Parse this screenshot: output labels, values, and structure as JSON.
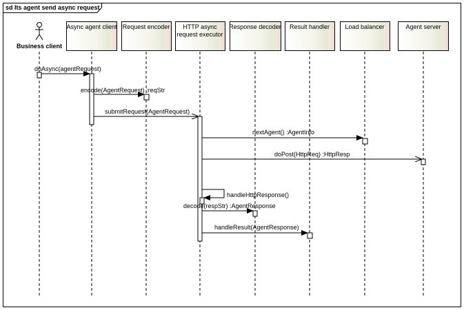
{
  "frame": {
    "title": "sd Its agent send async request"
  },
  "actor": {
    "label": "Business client"
  },
  "lifelines": [
    {
      "id": "async-agent-client",
      "label_lines": [
        "Async agent client"
      ]
    },
    {
      "id": "request-encoder",
      "label_lines": [
        "Request encoder"
      ]
    },
    {
      "id": "http-async-request-executor",
      "label_lines": [
        "HTTP async",
        "request executor"
      ]
    },
    {
      "id": "response-decoder",
      "label_lines": [
        "Response decoder"
      ]
    },
    {
      "id": "result-handler",
      "label_lines": [
        "Result handler"
      ]
    },
    {
      "id": "load-balancer",
      "label_lines": [
        "Load balancer"
      ]
    },
    {
      "id": "agent-server",
      "label_lines": [
        "Agent server"
      ]
    }
  ],
  "messages": [
    {
      "id": "msg-doasync",
      "label": "doAsync(agentRequest)",
      "from": "business-client",
      "to": "async-agent-client"
    },
    {
      "id": "msg-encode",
      "label": "encode(AgentRequest) :reqStr",
      "from": "async-agent-client",
      "to": "request-encoder"
    },
    {
      "id": "msg-submitrequest",
      "label": "submitRequest(AgentRequest)",
      "from": "async-agent-client",
      "to": "http-async-request-executor"
    },
    {
      "id": "msg-nextagent",
      "label": "nextAgent() :AgentInfo",
      "from": "http-async-request-executor",
      "to": "load-balancer"
    },
    {
      "id": "msg-dopost",
      "label": "doPost(HttpReq) :HttpResp",
      "from": "http-async-request-executor",
      "to": "agent-server"
    },
    {
      "id": "msg-handlehttpresponse",
      "label": "handleHttpResponse()",
      "from": "http-async-request-executor",
      "to": "http-async-request-executor"
    },
    {
      "id": "msg-decode",
      "label": "decode(respStr) :AgentResponse",
      "from": "http-async-request-executor",
      "to": "response-decoder"
    },
    {
      "id": "msg-handleresult",
      "label": "handleResult(AgentResponse)",
      "from": "http-async-request-executor",
      "to": "result-handler"
    }
  ]
}
